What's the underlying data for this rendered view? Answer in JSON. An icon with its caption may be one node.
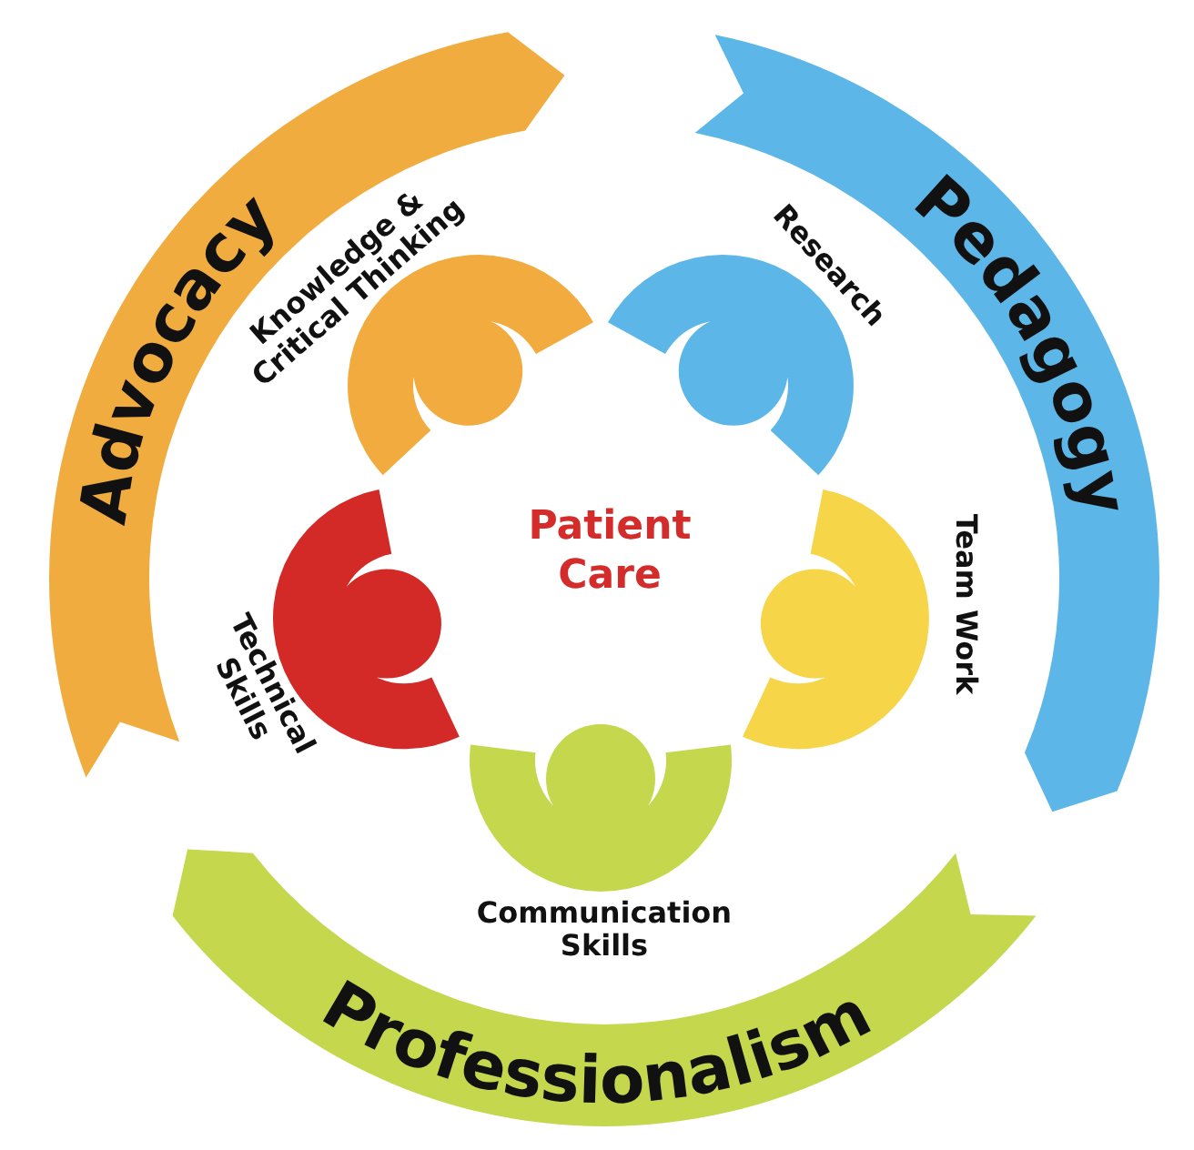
{
  "diagram": {
    "nodes": [
      {
        "text": [
          "Advocacy"
        ]
      },
      {
        "text": [
          "Pedagogy"
        ]
      },
      {
        "text": [
          "Knowledge & Critical Thinking"
        ]
      },
      {
        "text": [
          "Research"
        ]
      },
      {
        "text": [
          "Team Work"
        ]
      },
      {
        "text": [
          "Communication Skills"
        ]
      },
      {
        "text": [
          "Technical Skills"
        ]
      },
      {
        "text": [
          "Professionalism"
        ]
      }
    ],
    "labels": [
      "Patient Care"
    ]
  }
}
